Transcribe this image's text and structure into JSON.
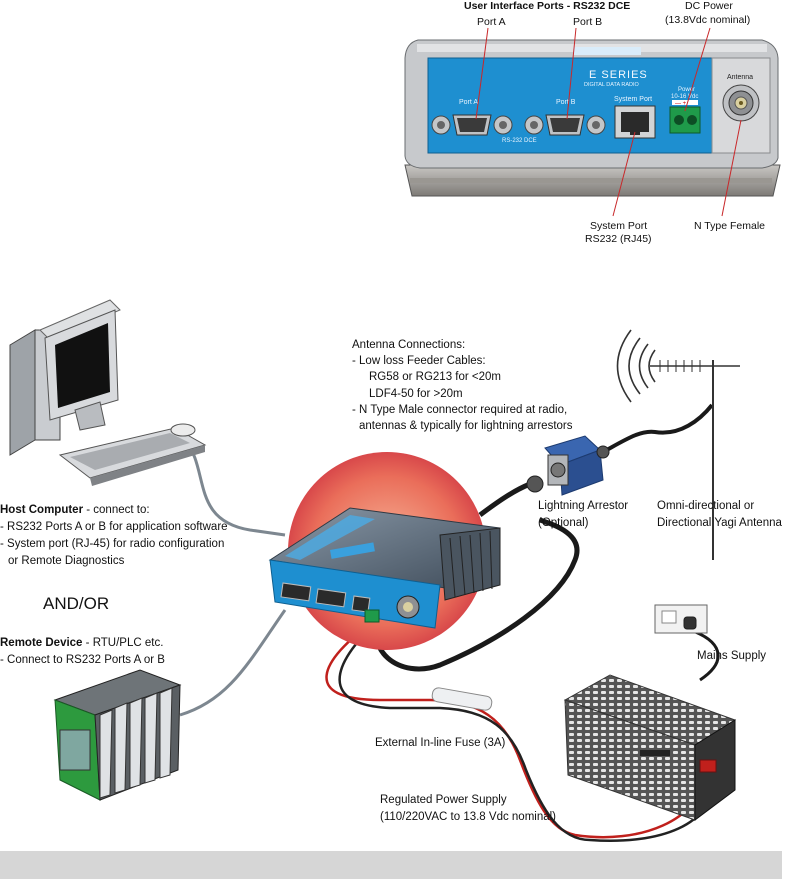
{
  "radio_panel": {
    "header_bold": "User Interface Ports - RS232 DCE",
    "port_a_callout": "Port A",
    "port_b_callout": "Port B",
    "dc_power_callout": "DC Power",
    "dc_power_sub": "(13.8Vdc nominal)",
    "series_title": "E SERIES",
    "series_sub": "DIGITAL DATA RADIO",
    "panel_port_a": "Port   A",
    "panel_port_b": "Port   B",
    "panel_rs232": "RS-232 DCE",
    "panel_system_port": "System Port",
    "panel_power": "Power",
    "panel_power_range": "10-16 Vdc",
    "panel_polarity": "—  +",
    "panel_antenna": "Antenna",
    "system_port_callout": "System Port",
    "system_port_sub": "RS232 (RJ45)",
    "antenna_callout": "N Type Female"
  },
  "antenna_notes": {
    "title": "Antenna Connections:",
    "line1": "- Low loss Feeder Cables:",
    "line2": "RG58 or RG213 for <20m",
    "line3": "LDF4-50 for >20m",
    "line4": "- N Type Male connector required at radio,",
    "line5": "antennas & typically for lightning arrestors"
  },
  "lightning_arrestor": {
    "line1": "Lightning Arrestor",
    "line2": "(Optional)"
  },
  "antenna": {
    "line1": "Omni-directional or",
    "line2": "Directional Yagi Antenna"
  },
  "host": {
    "title": "Host Computer",
    "title_rest": " - connect to:",
    "line1": "- RS232 Ports A or B for application software",
    "line2": "- System port (RJ-45) for radio configuration",
    "line3": "or Remote Diagnostics"
  },
  "and_or": "AND/OR",
  "remote": {
    "title": "Remote Device",
    "title_rest": " - RTU/PLC etc.",
    "line1": "- Connect to RS232 Ports A or B"
  },
  "mains": "Mains Supply",
  "fuse": "External In-line Fuse (3A)",
  "psu": {
    "line1": "Regulated Power Supply",
    "line2": "(110/220VAC to 13.8 Vdc nominal)"
  },
  "colors": {
    "panel_blue": "#1e8fd0",
    "cable_black": "#1a1a1a",
    "cable_red": "#c0201c",
    "callout_red": "#c8282a",
    "footer_gray": "#d6d6d6"
  }
}
